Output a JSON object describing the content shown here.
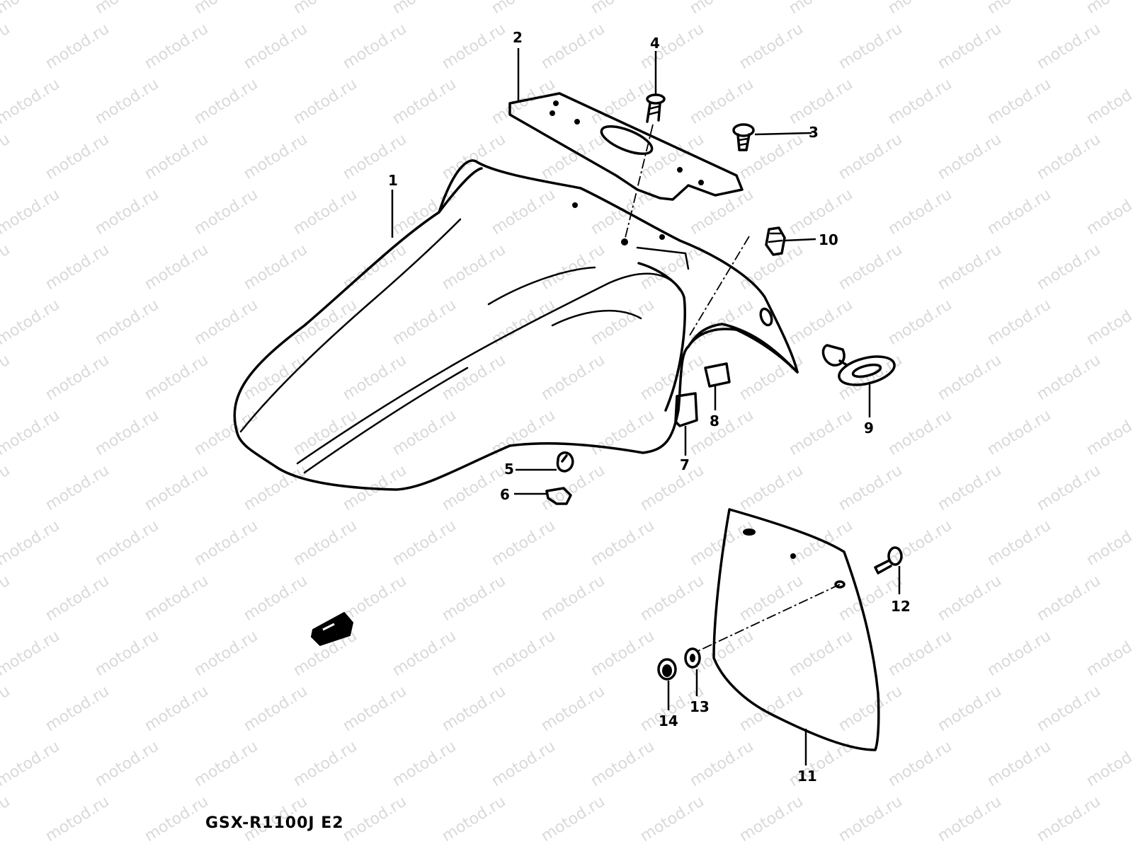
{
  "watermark": {
    "text": "motod.ru"
  },
  "model_label": "GSX-R1100J E2",
  "callouts": [
    {
      "id": "c1",
      "text": "1"
    },
    {
      "id": "c2",
      "text": "2"
    },
    {
      "id": "c3",
      "text": "3"
    },
    {
      "id": "c4",
      "text": "4"
    },
    {
      "id": "c5",
      "text": "5"
    },
    {
      "id": "c6",
      "text": "6"
    },
    {
      "id": "c7",
      "text": "7"
    },
    {
      "id": "c8",
      "text": "8"
    },
    {
      "id": "c9",
      "text": "9"
    },
    {
      "id": "c10",
      "text": "10"
    },
    {
      "id": "c11",
      "text": "11"
    },
    {
      "id": "c12",
      "text": "12"
    },
    {
      "id": "c13",
      "text": "13"
    },
    {
      "id": "c14",
      "text": "14"
    }
  ],
  "parts": [
    {
      "callout": "1",
      "icon": "front-fender-icon"
    },
    {
      "callout": "2",
      "icon": "fender-brace-icon"
    },
    {
      "callout": "3",
      "icon": "screw-icon"
    },
    {
      "callout": "4",
      "icon": "bolt-icon"
    },
    {
      "callout": "5",
      "icon": "cushion-icon"
    },
    {
      "callout": "6",
      "icon": "cushion-icon"
    },
    {
      "callout": "7",
      "icon": "reflector-icon"
    },
    {
      "callout": "8",
      "icon": "reflector-icon"
    },
    {
      "callout": "9",
      "icon": "grommet-icon"
    },
    {
      "callout": "10",
      "icon": "clamp-icon"
    },
    {
      "callout": "11",
      "icon": "mud-flap-icon"
    },
    {
      "callout": "12",
      "icon": "screw-icon"
    },
    {
      "callout": "13",
      "icon": "washer-icon"
    },
    {
      "callout": "14",
      "icon": "nut-icon"
    }
  ]
}
